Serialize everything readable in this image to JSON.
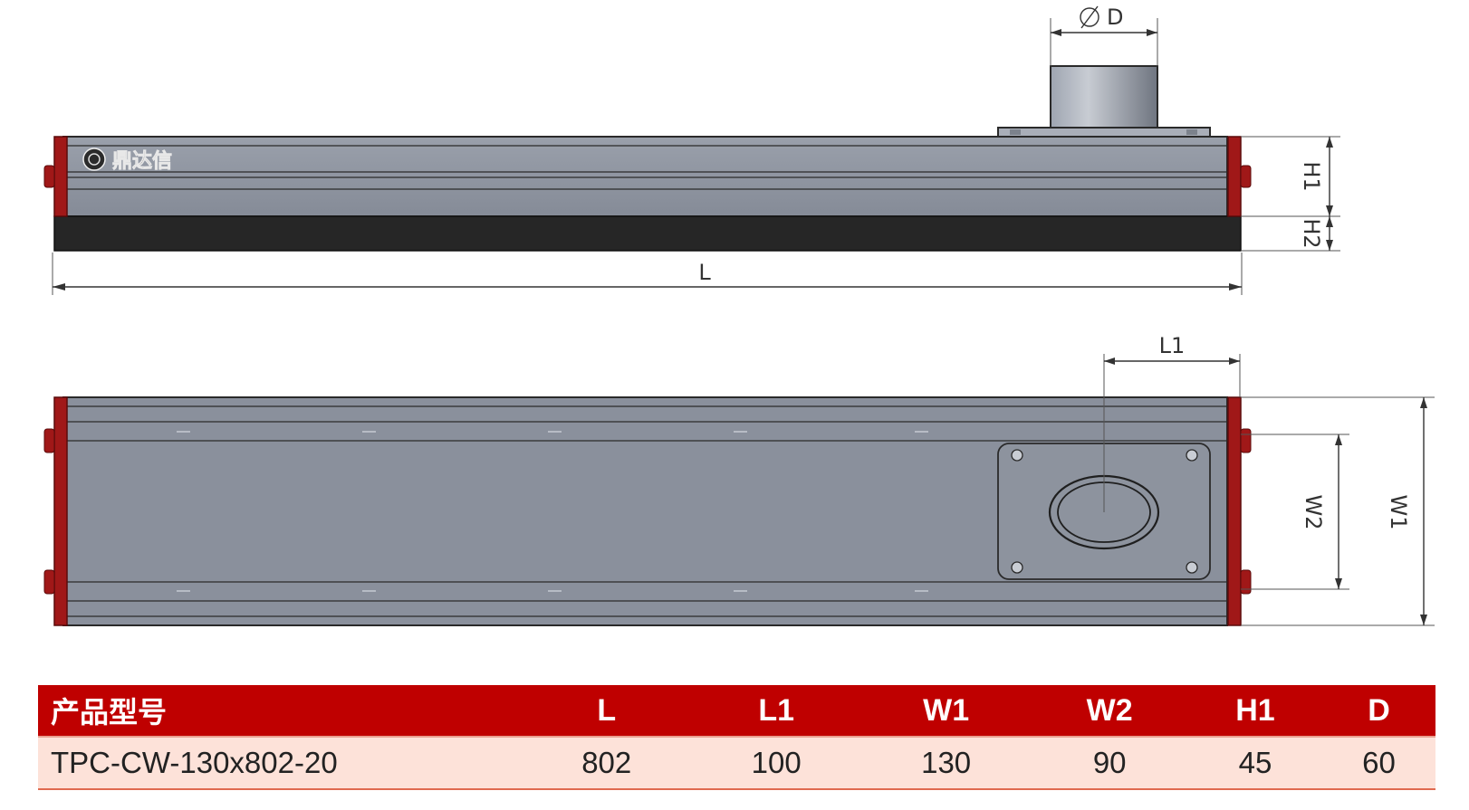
{
  "logo": {
    "text": "鼎达信"
  },
  "dimensions": {
    "diameter": "D",
    "h1": "H1",
    "h2": "H2",
    "length": "L",
    "l1": "L1",
    "w1": "W1",
    "w2": "W2"
  },
  "table": {
    "headers": [
      "产品型号",
      "L",
      "L1",
      "W1",
      "W2",
      "H1",
      "D"
    ],
    "rows": [
      {
        "model": "TPC-CW-130x802-20",
        "L": "802",
        "L1": "100",
        "W1": "130",
        "W2": "90",
        "H1": "45",
        "D": "60"
      }
    ]
  },
  "colors": {
    "header_bg": "#bf0000",
    "row_bg": "#fde2d9",
    "body_gray": "#8a909c",
    "end_cap_red": "#a01818",
    "pad_black": "#262626"
  }
}
